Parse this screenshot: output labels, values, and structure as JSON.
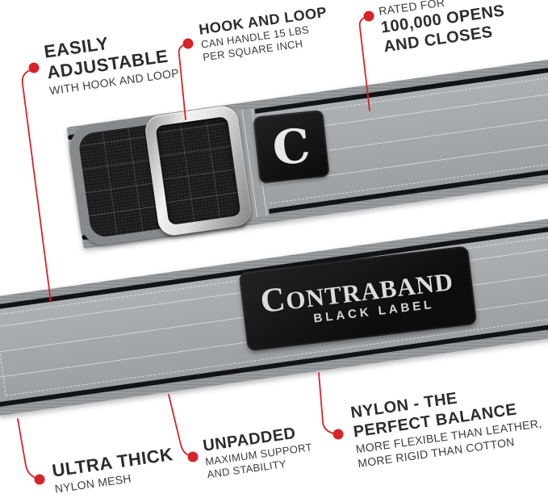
{
  "product": {
    "brand_patch": {
      "line1": "CONTRABAND",
      "line2": "BLACK LABEL"
    },
    "logo_patch": {
      "letter": "C"
    }
  },
  "callouts": {
    "easily_adjustable": {
      "title_line1": "EASILY",
      "title_line2": "ADJUSTABLE",
      "subtitle_line1": "WITH HOOK AND LOOP"
    },
    "hook_and_loop": {
      "title_line1": "HOOK AND LOOP",
      "subtitle_line1": "CAN HANDLE 15 LBS",
      "subtitle_line2": "PER SQUARE INCH"
    },
    "rated_for": {
      "kicker": "RATED FOR",
      "title_line1": "100,000 OPENS",
      "title_line2": "AND CLOSES"
    },
    "ultra_thick": {
      "title_line1": "ULTRA THICK",
      "subtitle_line1": "NYLON MESH"
    },
    "unpadded": {
      "title_line1": "UNPADDED",
      "subtitle_line1": "MAXIMUM SUPPORT",
      "subtitle_line2": "AND STABILITY"
    },
    "nylon_balance": {
      "title_line1": "NYLON - THE",
      "title_line2": "PERFECT BALANCE",
      "subtitle_line1": "MORE FLEXIBLE THAN LEATHER,",
      "subtitle_line2": "MORE RIGID THAN COTTON"
    }
  },
  "colors": {
    "accent_red": "#d62429",
    "text_dark": "#2c2c2d",
    "belt_gray": "#a4a8ab",
    "patch_black": "#121213",
    "background": "#ffffff"
  }
}
